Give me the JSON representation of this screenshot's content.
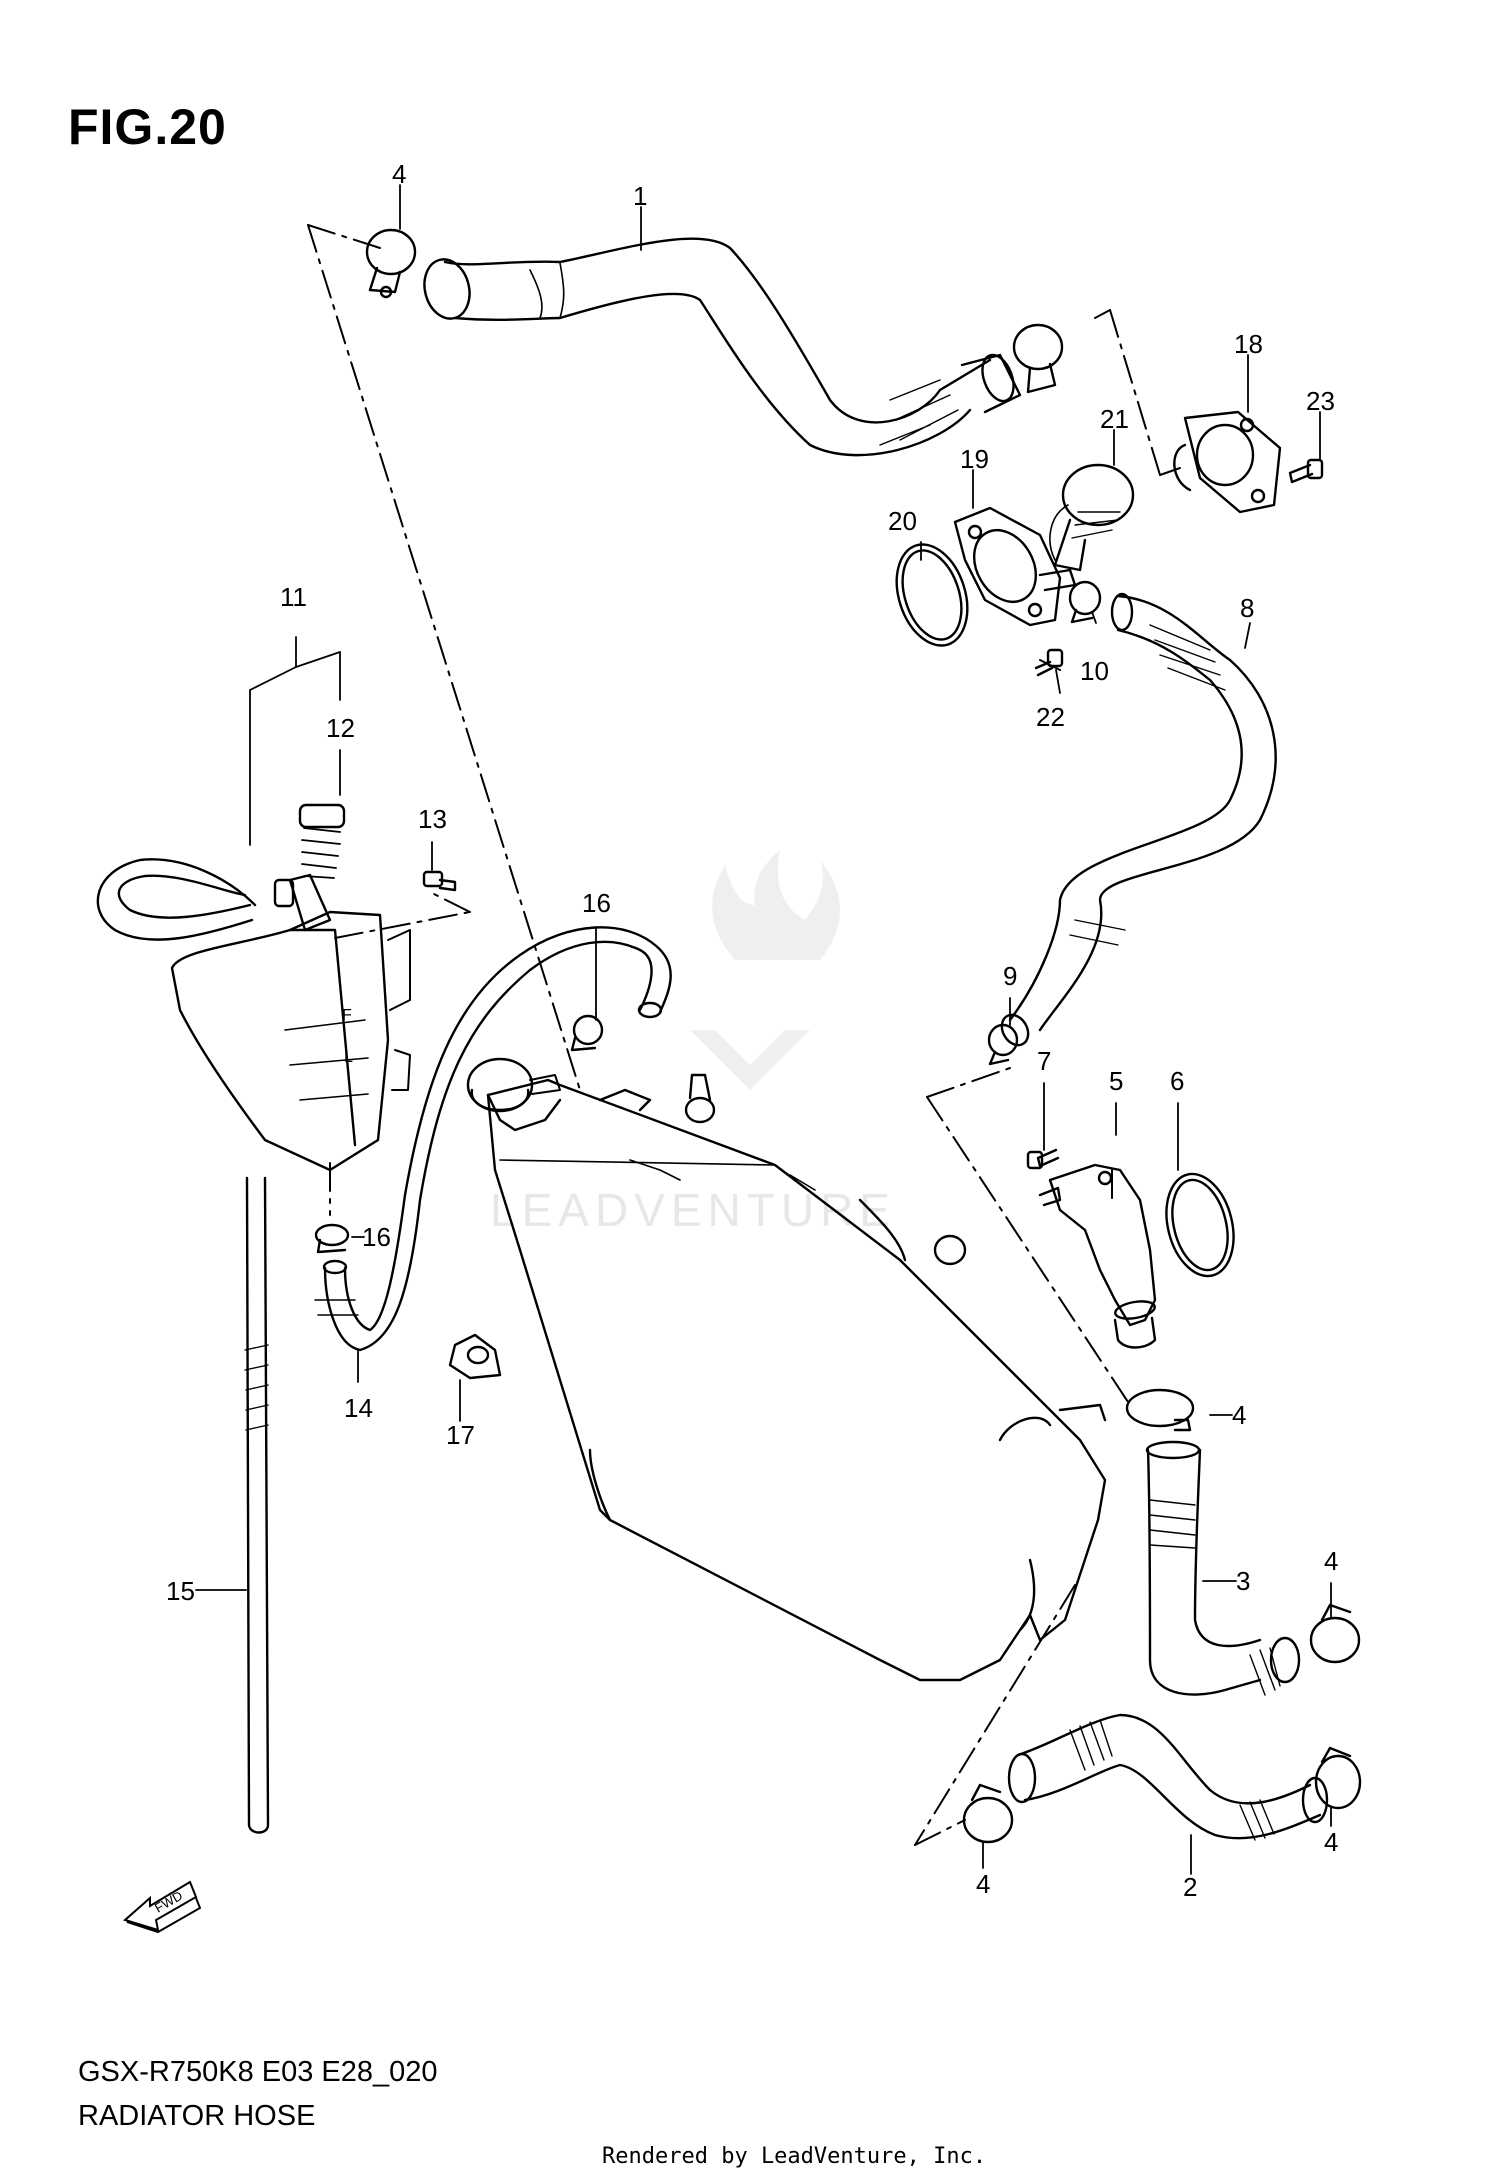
{
  "figure": {
    "title": "FIG.20",
    "code": "GSX-R750K8 E03 E28_020",
    "name": "RADIATOR HOSE",
    "rendered_by": "Rendered by LeadVenture, Inc.",
    "watermark": "LEADVENTURE",
    "fwd_label": "FWD"
  },
  "callouts": [
    "1",
    "2",
    "3",
    "4",
    "5",
    "6",
    "7",
    "8",
    "9",
    "10",
    "11",
    "12",
    "13",
    "14",
    "15",
    "16",
    "17",
    "18",
    "19",
    "20",
    "21",
    "22",
    "23"
  ]
}
